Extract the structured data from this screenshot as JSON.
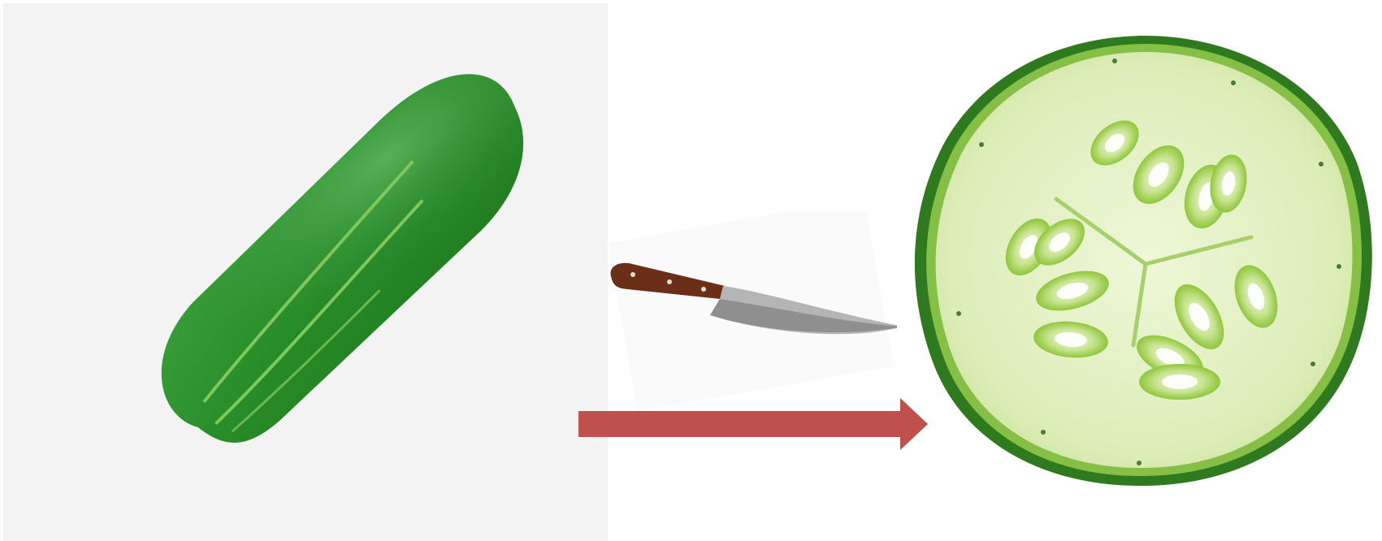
{
  "figure": {
    "steps": [
      {
        "id": "whole",
        "icon": "whole-cucumber-icon"
      },
      {
        "id": "cut",
        "icon": "kitchen-knife-icon"
      },
      {
        "id": "result",
        "icon": "cucumber-slice-icon"
      }
    ],
    "colors": {
      "cucumber_skin": "#2e8b2e",
      "cucumber_stripe": "#7fc85a",
      "slice_flesh": "#e6f2c8",
      "slice_rind": "#2f7a1f",
      "seed": "#9ccf4a",
      "knife_handle": "#6b2e16",
      "knife_blade": "#a9a9a9",
      "arrow": "#c0504d",
      "background_panel": "#f3f3f3"
    }
  }
}
